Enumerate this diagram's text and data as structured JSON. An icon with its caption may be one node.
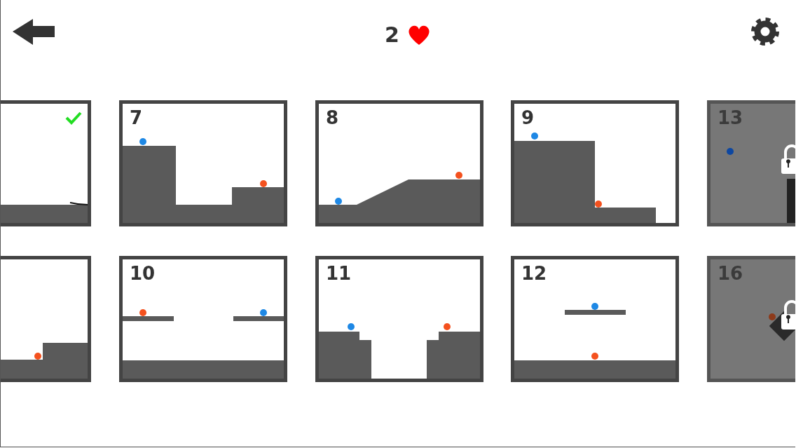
{
  "diagram": {
    "nodes": [
      {
        "text": [],
        "shape": "box"
      },
      {
        "text": [
          "7"
        ]
      },
      {
        "text": [
          "8"
        ]
      },
      {
        "text": [
          "9"
        ]
      },
      {
        "text": [
          "13"
        ]
      },
      {
        "text": [],
        "shape": "box"
      },
      {
        "text": [
          "10"
        ]
      },
      {
        "text": [
          "11"
        ]
      },
      {
        "text": [
          "12"
        ]
      },
      {
        "text": [
          "16"
        ]
      }
    ],
    "edges": [],
    "labels": [
      "2"
    ]
  }
}
